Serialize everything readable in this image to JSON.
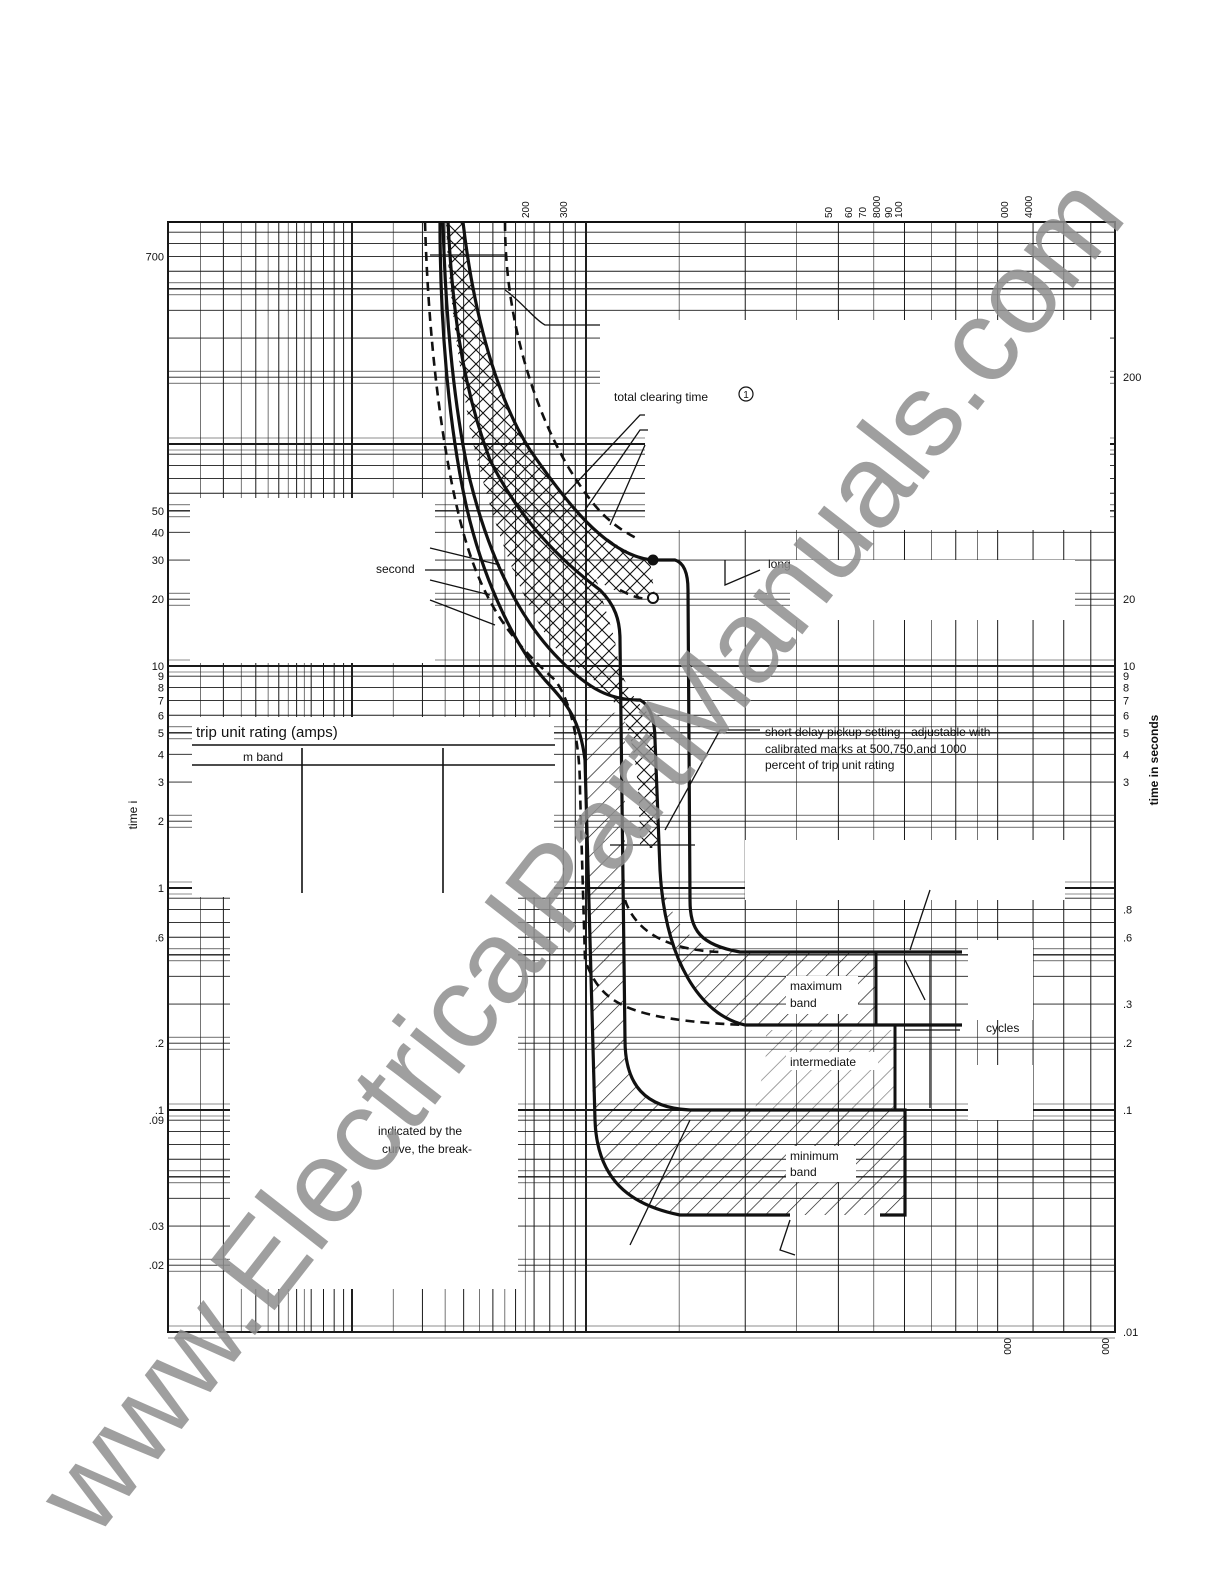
{
  "chart_data": {
    "type": "line",
    "title": "",
    "xlabel": "",
    "ylabel_left": "time i",
    "ylabel_right": "time in seconds",
    "yscale": "log",
    "ylim": [
      0.01,
      1000
    ],
    "xscale": "log",
    "left_ticks": [
      "700",
      "50",
      "40",
      "30",
      "20",
      "10",
      "9",
      "8",
      "7",
      "6",
      "5",
      "4",
      "3",
      "2",
      "1",
      ".6",
      ".2",
      ".1",
      ".09",
      ".03",
      ".02"
    ],
    "right_ticks": [
      "200",
      "20",
      "10",
      "9",
      "8",
      "7",
      "6",
      "5",
      "4",
      "3",
      ".8",
      ".6",
      ".3",
      ".2",
      ".1",
      ".01"
    ],
    "top_ticks": [
      "200",
      "300",
      "50",
      "60",
      "70",
      "8000",
      "90",
      "100",
      "000",
      "4000"
    ],
    "bottom_ticks": [
      "000",
      "000"
    ],
    "annotations": {
      "total_clearing": "total clearing time",
      "total_clearing_note": "1",
      "long": "long",
      "second": "second",
      "short_delay_1": "short delay pickup setting  - adjustable with",
      "short_delay_2": "calibrated marks  at  500,750,and 1000",
      "short_delay_3": "percent of trip unit rating",
      "max_band_1": "maximum",
      "max_band_2": "band",
      "intermediate": "intermediate",
      "min_band_1": "minimum",
      "min_band_2": "band",
      "cycles": "cycles",
      "indicated_1": "indicated by the",
      "indicated_2": "curve, the break-"
    },
    "table": {
      "title": "trip unit rating (amps)",
      "col1": "m band"
    }
  },
  "watermark": "www.ElectricalPartManuals.com",
  "colors": {
    "ink": "#111111",
    "grid": "#1a1a1a",
    "watermark": "#8f8f8f"
  }
}
